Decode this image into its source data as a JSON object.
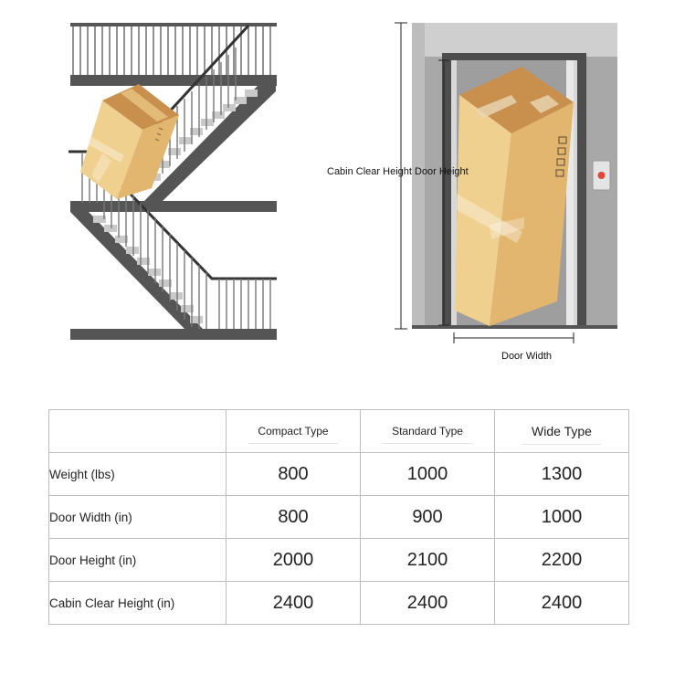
{
  "illustration": {
    "labels": {
      "cabin_clear_height": "Cabin Clear Height",
      "door_height": "Door Height",
      "door_width": "Door Width"
    },
    "colors": {
      "stair_dark": "#555555",
      "stair_light": "#c9c9c9",
      "box_main": "#e8c27e",
      "box_top": "#c98f4c",
      "elevator_wall": "#a8a8a8",
      "elevator_frame": "#4d4d4d",
      "call_button": "#e0453a"
    }
  },
  "table": {
    "columns": [
      "Compact Type",
      "Standard Type",
      "Wide Type"
    ],
    "rows": [
      {
        "label": "Weight (lbs)",
        "values": [
          "800",
          "1000",
          "1300"
        ]
      },
      {
        "label": "Door Width (in)",
        "values": [
          "800",
          "900",
          "1000"
        ]
      },
      {
        "label": "Door Height (in)",
        "values": [
          "2000",
          "2100",
          "2200"
        ]
      },
      {
        "label": "Cabin Clear Height (in)",
        "values": [
          "2400",
          "2400",
          "2400"
        ]
      }
    ]
  }
}
